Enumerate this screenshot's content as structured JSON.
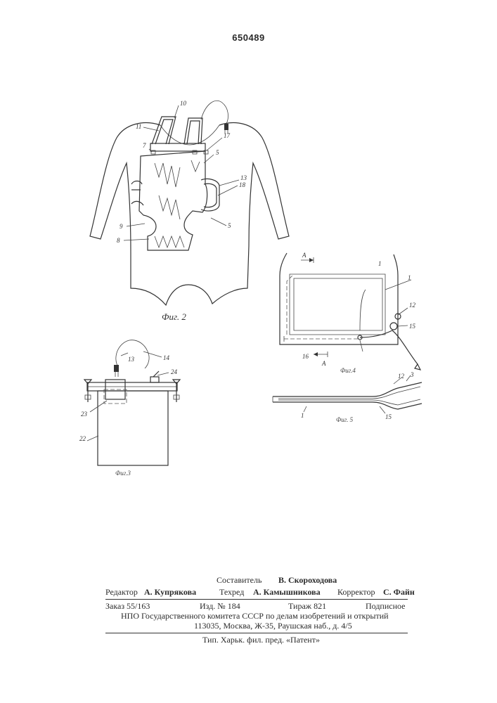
{
  "document": {
    "patent_number": "650489"
  },
  "figures": {
    "fig2": {
      "caption": "Фиг. 2",
      "labels": [
        "10",
        "11",
        "7",
        "17",
        "5",
        "13",
        "18",
        "9",
        "8",
        "5"
      ]
    },
    "fig3": {
      "caption": "Фиг.3",
      "labels": [
        "13",
        "14",
        "24",
        "23",
        "22"
      ]
    },
    "fig4": {
      "caption": "Фиг.4",
      "labels": [
        "А",
        "1",
        "1",
        "12",
        "15",
        "16",
        "А"
      ]
    },
    "fig5": {
      "caption": "Фиг. 5",
      "labels": [
        "12",
        "3",
        "1",
        "15"
      ]
    }
  },
  "imprint": {
    "compiler_label": "Составитель",
    "compiler_name": "В. Скороходова",
    "editor_label": "Редактор",
    "editor_name": "А. Купрякова",
    "techred_label": "Техред",
    "techred_name": "А. Камышникова",
    "corrector_label": "Корректор",
    "corrector_name": "С. Файн",
    "order": "Заказ 55/163",
    "issue": "Изд. № 184",
    "circulation": "Тираж 821",
    "subscription": "Подписное",
    "org_line": "НПО Государственного комитета СССР по делам изобретений и открытий",
    "address_line": "113035, Москва, Ж-35, Раушская наб., д. 4/5",
    "printer_line": "Тип. Харьк. фил. пред. «Патент»"
  }
}
